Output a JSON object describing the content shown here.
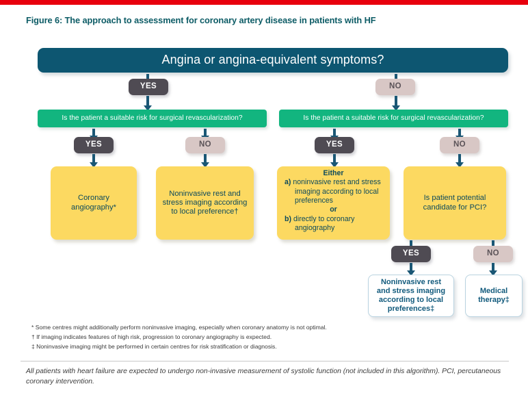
{
  "figure": {
    "title": "Figure 6: The approach to assessment for coronary artery disease in patients with HF",
    "title_color": "#0d5c66",
    "top_rule_color": "#e8000d"
  },
  "colors": {
    "header_bar": "#0d5671",
    "green_question": "#12b57f",
    "yes_pill": "#4f4b53",
    "no_pill": "#d8c7c5",
    "yellow_box": "#fcd961",
    "white_box_border": "#b9d3e0",
    "arrow": "#1a5775"
  },
  "flow": {
    "root_question": "Angina or angina-equivalent symptoms?",
    "branch_yes_label": "YES",
    "branch_no_label": "NO",
    "left_question": "Is the patient a suitable risk for surgical revascularization?",
    "right_question": "Is the patient a suitable risk for surgical revascularization?",
    "left_yes_label": "YES",
    "left_no_label": "NO",
    "right_yes_label": "YES",
    "right_no_label": "NO",
    "left_yes_outcome": "Coronary\nangiography*",
    "left_yes_outcome_line1": "Coronary",
    "left_yes_outcome_line2": "angiography*",
    "left_no_outcome_line1": "Noninvasive rest and",
    "left_no_outcome_line2": "stress imaging according",
    "left_no_outcome_line3": "to local preference†",
    "either": {
      "heading": "Either",
      "item_a_marker": "a)",
      "item_a_text": "noninvasive rest and stress imaging according to local preferences",
      "connector": "or",
      "item_b_marker": "b)",
      "item_b_text": "directly to coronary angiography"
    },
    "pci_question_line1": "Is patient potential",
    "pci_question_line2": "candidate for PCI?",
    "pci_yes_label": "YES",
    "pci_no_label": "NO",
    "pci_yes_outcome_line1": "Noninvasive rest",
    "pci_yes_outcome_line2": "and stress imaging",
    "pci_yes_outcome_line3": "according to local",
    "pci_yes_outcome_line4": "preferences‡",
    "pci_no_outcome_line1": "Medical",
    "pci_no_outcome_line2": "therapy‡"
  },
  "footnotes": {
    "note1": "* Some centres might additionally perform noninvasive imaging, especially when coronary anatomy is not optimal.",
    "note2": "† If imaging indicates features of high risk, progression to coronary angiography is expected.",
    "note3": "‡ Noninvasive imaging might be performed in certain centres for risk stratification or diagnosis."
  },
  "caption": {
    "text": "All patients with heart failure are expected to undergo non-invasive measurement of systolic function (not included in this algorithm). PCI, percutaneous coronary intervention."
  }
}
